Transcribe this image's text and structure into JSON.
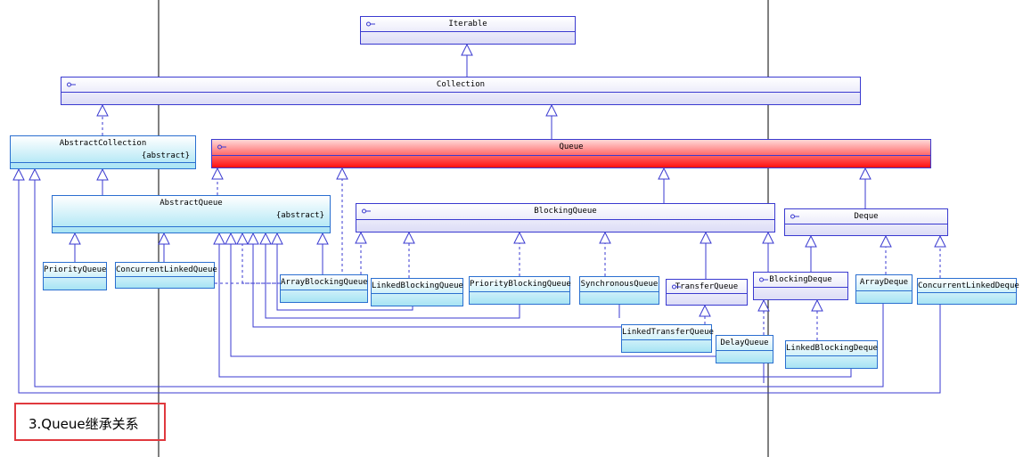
{
  "nodes": {
    "iterable": {
      "name": "Iterable",
      "kind": "interface"
    },
    "collection": {
      "name": "Collection",
      "kind": "interface"
    },
    "abstract_collection": {
      "name": "AbstractCollection",
      "tag": "{abstract}",
      "kind": "class"
    },
    "queue": {
      "name": "Queue",
      "kind": "interface",
      "highlight_color": "#ff1010"
    },
    "abstract_queue": {
      "name": "AbstractQueue",
      "tag": "{abstract}",
      "kind": "class"
    },
    "blocking_queue": {
      "name": "BlockingQueue",
      "kind": "interface"
    },
    "deque": {
      "name": "Deque",
      "kind": "interface"
    },
    "priority_queue": {
      "name": "PriorityQueue",
      "kind": "class"
    },
    "concurrent_linked_queue": {
      "name": "ConcurrentLinkedQueue",
      "kind": "class"
    },
    "array_blocking_queue": {
      "name": "ArrayBlockingQueue",
      "kind": "class"
    },
    "linked_blocking_queue": {
      "name": "LinkedBlockingQueue",
      "kind": "class"
    },
    "priority_blocking_queue": {
      "name": "PriorityBlockingQueue",
      "kind": "class"
    },
    "synchronous_queue": {
      "name": "SynchronousQueue",
      "kind": "class"
    },
    "transfer_queue": {
      "name": "TransferQueue",
      "kind": "interface"
    },
    "blocking_deque": {
      "name": "BlockingDeque",
      "kind": "interface"
    },
    "array_deque": {
      "name": "ArrayDeque",
      "kind": "class"
    },
    "concurrent_linked_deque": {
      "name": "ConcurrentLinkedDeque",
      "kind": "class"
    },
    "linked_transfer_queue": {
      "name": "LinkedTransferQueue",
      "kind": "class"
    },
    "delay_queue": {
      "name": "DelayQueue",
      "kind": "class"
    },
    "linked_blocking_deque": {
      "name": "LinkedBlockingDeque",
      "kind": "class"
    }
  },
  "caption": "3.Queue继承关系",
  "colors": {
    "interface_border": "#3a3ad0",
    "class_fill": "#a7e4f4",
    "queue_fill": "#ff1010",
    "caption_border": "#e0393e"
  }
}
